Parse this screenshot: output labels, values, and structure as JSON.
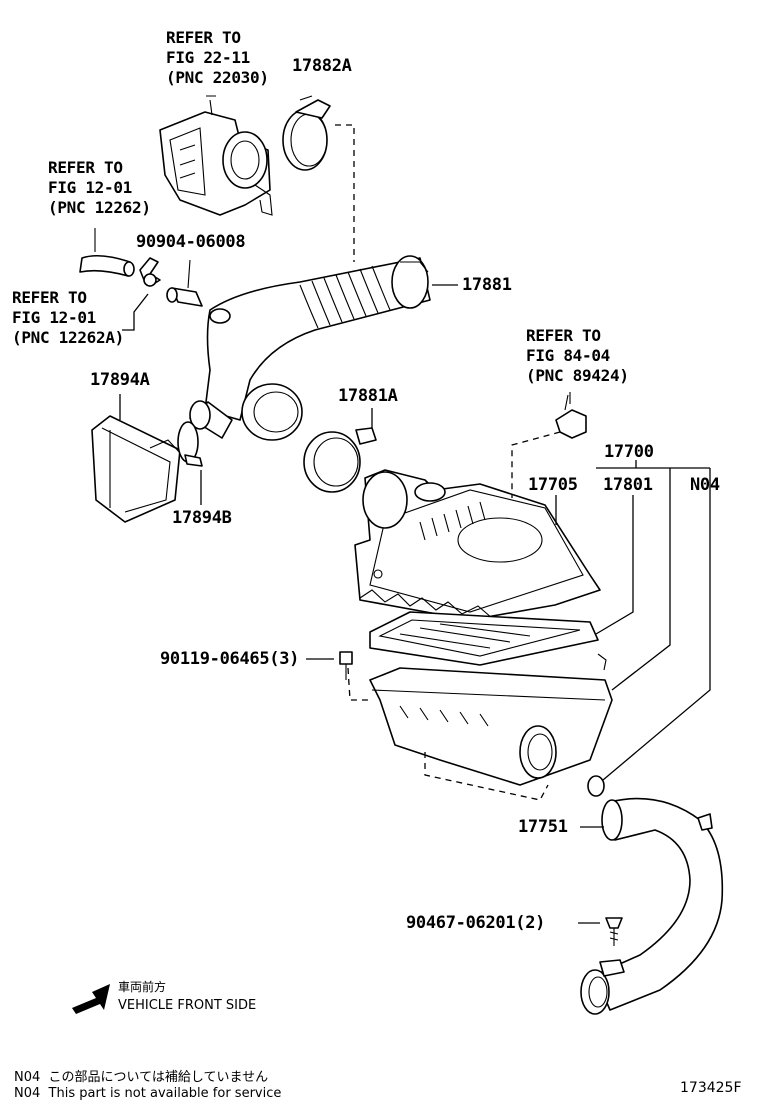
{
  "references": [
    {
      "id": "ref-throttle",
      "lines": [
        "REFER TO",
        "FIG 22-11",
        "(PNC 22030)"
      ]
    },
    {
      "id": "ref-hose-a",
      "lines": [
        "REFER TO",
        "FIG 12-01",
        "(PNC 12262)"
      ]
    },
    {
      "id": "ref-hose-b",
      "lines": [
        "REFER TO",
        "FIG 12-01",
        "(PNC 12262A)"
      ]
    },
    {
      "id": "ref-sensor",
      "lines": [
        "REFER TO",
        "FIG 84-04",
        "(PNC 89424)"
      ]
    }
  ],
  "parts": {
    "p17882A": "17882A",
    "p9090406008": "90904-06008",
    "p17881": "17881",
    "p17894A": "17894A",
    "p17881A": "17881A",
    "p17894B": "17894B",
    "p17700": "17700",
    "p17705": "17705",
    "p17801": "17801",
    "pN04": "N04",
    "p9011906465": "90119-06465(3)",
    "p17751": "17751",
    "p9046706201": "90467-06201(2)"
  },
  "direction": {
    "jp": "車両前方",
    "en": "VEHICLE FRONT SIDE"
  },
  "footnotes": [
    {
      "code": "N04",
      "text": "この部品については補給していません"
    },
    {
      "code": "N04",
      "text": "This part is not available for service"
    }
  ],
  "figure_id": "173425F"
}
